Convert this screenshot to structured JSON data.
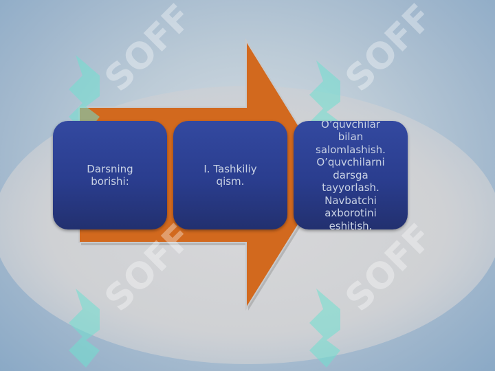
{
  "diagram": {
    "steps": [
      {
        "text": "Darsning\nborishi:"
      },
      {
        "text": "I. Tashkiliy\nqism."
      },
      {
        "text": "O’quvchilar\nbilan\nsalomlashish.\nO’quvchilarni\ndarsga\ntayyorlash.\nNavbatchi\naxborotini\neshitish."
      }
    ],
    "arrow_color": "#d2691e",
    "box_color": "#2f4395"
  },
  "watermark": {
    "text": "SOFF"
  }
}
